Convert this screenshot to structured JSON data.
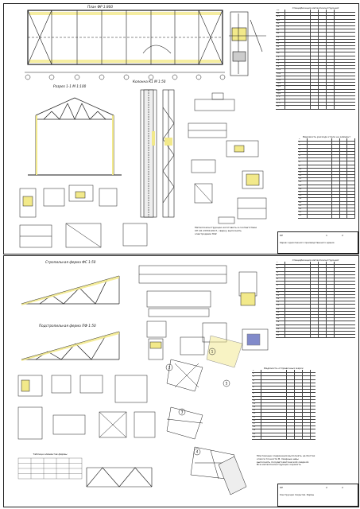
{
  "sheet1": {
    "plan_title": "План ФР 1:800",
    "section_title": "Разрез 1-1 М 1:100",
    "column_title": "Колонна К1 М 1:50",
    "table_title": "Спецификация металлоконструкций",
    "table_rows": [
      "К1",
      "К2",
      "Ф1",
      "Ф2",
      "С1",
      "С2",
      "Б1",
      "Б2",
      "Р1",
      "Р2",
      "Р3",
      "Р4",
      "Л1",
      "Л2",
      "Т1",
      "Т2",
      "Т3",
      "Т4",
      "Пл1",
      "Пл2",
      "Пл3",
      "Пл4",
      "Пр1",
      "Пр2",
      "Пр3",
      "Пр4",
      "Уг1",
      "Уг2",
      "Уг3",
      "Н1"
    ],
    "table2_title": "Ведомость расхода стали на элемент",
    "table2_rows": [
      "1",
      "2",
      "3",
      "4",
      "5",
      "6",
      "7",
      "8",
      "9",
      "10",
      "11",
      "12",
      "13",
      "14",
      "15",
      "16",
      "17",
      "18",
      "19",
      "20",
      "21",
      "22",
      "23",
      "24"
    ],
    "notes": "Металлоконструкции изготовить в соответствии\nСП 16.13330.2017, сварку выполнять\nэлектродами Э42",
    "stamp": {
      "code": "КР",
      "sheet": "1",
      "sheets": "2",
      "title": "Каркас одноэтажного производственного здания"
    }
  },
  "sheet2": {
    "truss_title": "Стропильная ферма ФС 1:50",
    "truss2_title": "Подстропильная ферма ПФ 1:50",
    "node_labels": [
      "1",
      "2",
      "3",
      "4",
      "5"
    ],
    "table_title": "Спецификация металлоконструкций",
    "table_rows": [
      "1",
      "2",
      "3",
      "4",
      "5",
      "6",
      "7",
      "8",
      "9",
      "10",
      "11",
      "12",
      "13",
      "14",
      "15",
      "16",
      "17",
      "18",
      "19",
      "20",
      "21",
      "22",
      "23"
    ],
    "table2_title": "Ведомость отправочных марок",
    "table2_rows": [
      "1",
      "2",
      "3",
      "4",
      "5",
      "6",
      "7",
      "8",
      "9",
      "10",
      "11",
      "12",
      "13",
      "14",
      "15",
      "16",
      "17",
      "18",
      "19",
      "20",
      "21"
    ],
    "small_table_title": "Таблица элементов фермы",
    "notes": "Монтажные соединения выполнять на болтах\nкласса точности В. Сварные швы\nвыполнять полуавтоматической сваркой.\nВсе металлоконструкции окрасить",
    "stamp": {
      "code": "КР",
      "sheet": "2",
      "sheets": "2",
      "title": "Конструкции покрытия. Фермы"
    }
  },
  "colors": {
    "line": "#1a1a1a",
    "highlight": "#f2e98a",
    "accent": "#2f3ea8"
  }
}
